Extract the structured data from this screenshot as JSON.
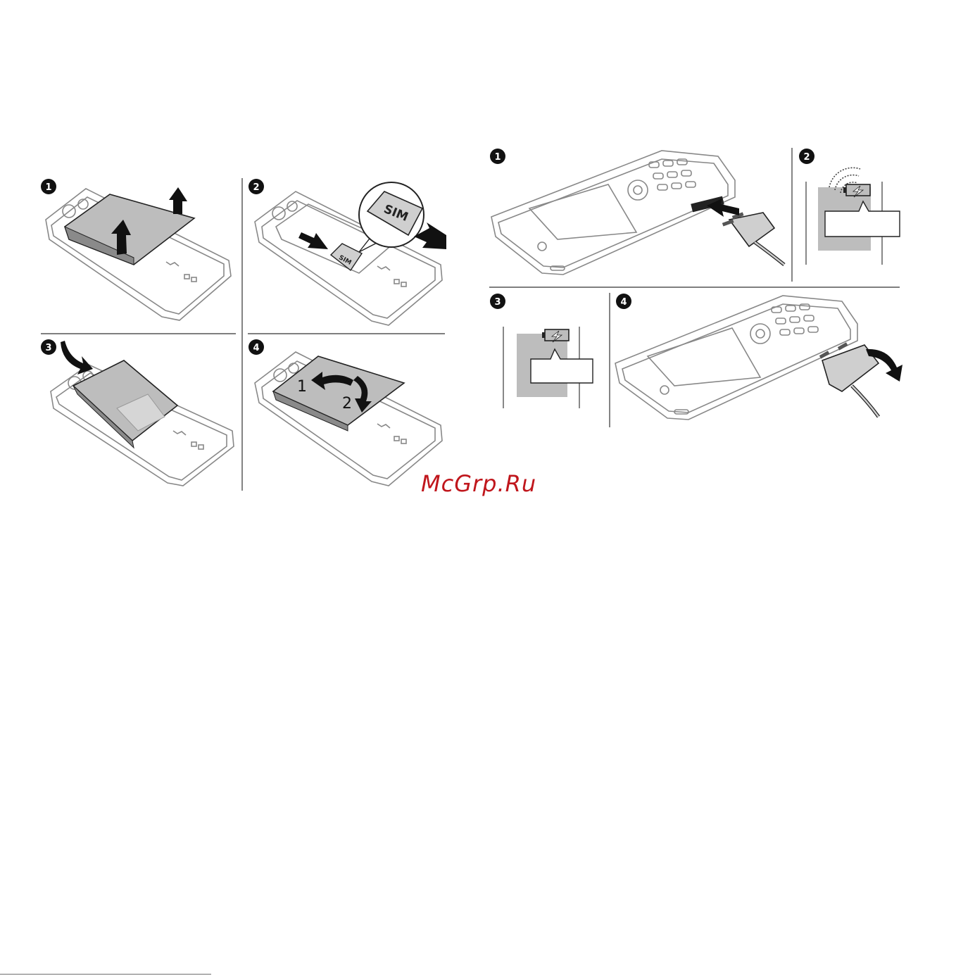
{
  "sim_card": {
    "step2_zoom_label": "SIM",
    "step2_card_label": "SIM"
  },
  "battery_cover": {
    "step4_label_1": "1",
    "step4_label_2": "2"
  },
  "steps_left": [
    "1",
    "2",
    "3",
    "4"
  ],
  "steps_right": [
    "1",
    "2",
    "3",
    "4"
  ],
  "watermark": {
    "text": "McGrp.Ru",
    "color": "#c0161c"
  },
  "icons": [
    "arrow-up-icon",
    "arrow-right-icon",
    "arrow-curved-icon",
    "battery-charging-icon",
    "charger-plug-icon"
  ],
  "colors": {
    "line": "#555555",
    "fill_gray": "#bdbdbd",
    "badge": "#111111",
    "watermark": "#c0161c"
  }
}
